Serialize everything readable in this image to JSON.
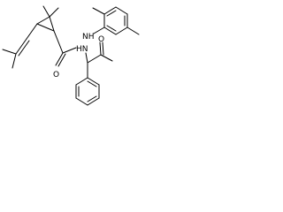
{
  "molecule": {
    "atom_labels": {
      "amide_nh_left": "HN",
      "amide_nh_right": "NH",
      "carbonyl_o_left": "O",
      "carbonyl_o_right": "O"
    }
  },
  "colors": {
    "background": "#ffffff",
    "bond": "#000000",
    "text": "#000000"
  }
}
